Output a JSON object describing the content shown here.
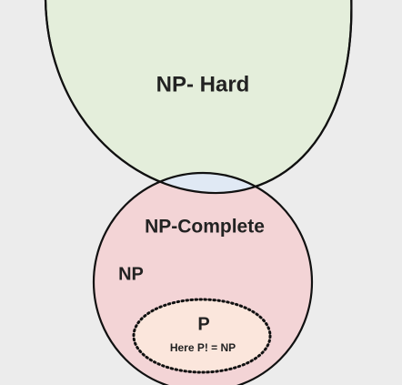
{
  "labels": {
    "np_hard": "NP- Hard",
    "np_complete": "NP-Complete",
    "np": "NP",
    "p": "P",
    "p_note": "Here P! = NP"
  },
  "colors": {
    "background": "#ececec",
    "np_hard_fill": "#e4eedb",
    "np_fill": "#f3d4d6",
    "np_complete_fill": "#e0e9f4",
    "p_fill": "#fbe6dc",
    "outline": "#111111",
    "text": "#222222"
  }
}
